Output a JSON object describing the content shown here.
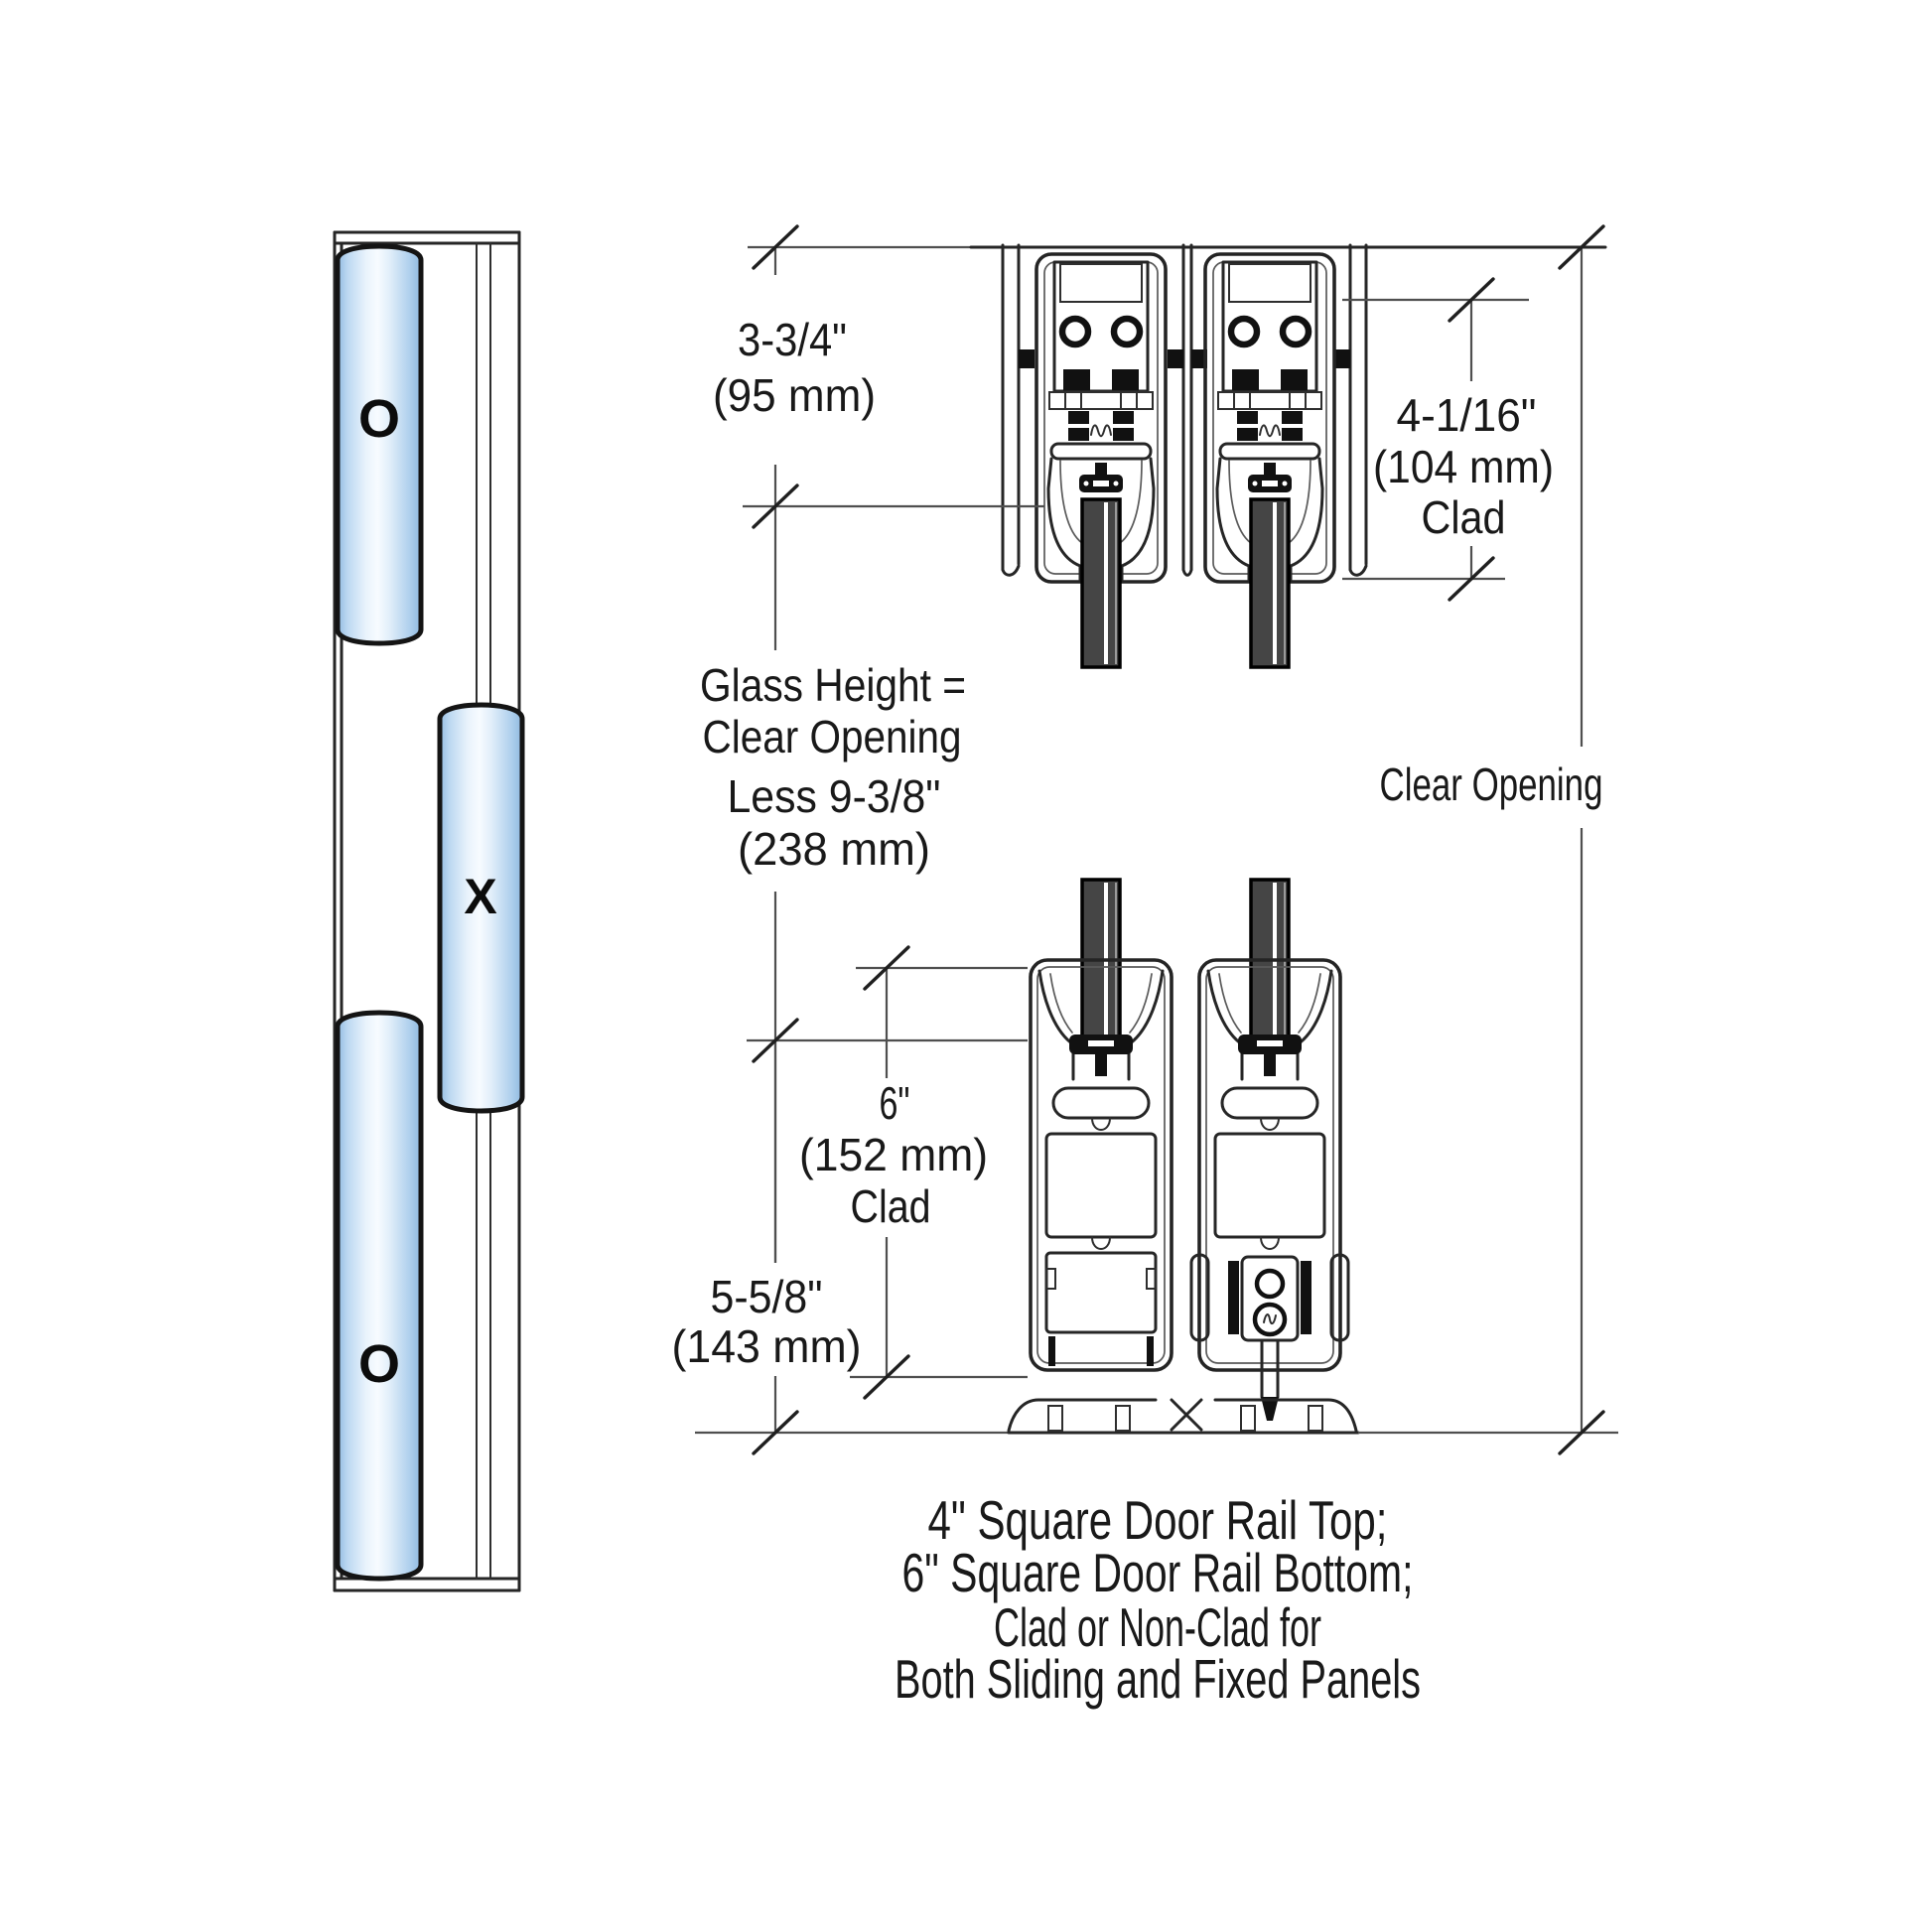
{
  "diagram": {
    "elevation": {
      "panels": [
        {
          "label": "O"
        },
        {
          "label": "X"
        },
        {
          "label": "O"
        }
      ]
    },
    "dims": {
      "top_rail": {
        "value": "3-3/4\"",
        "metric": "(95 mm)"
      },
      "top_rail_clad": {
        "value": "4-1/16\"",
        "metric": "(104 mm)",
        "note": "Clad"
      },
      "glass_height": {
        "l1": "Glass Height =",
        "l2": "Clear Opening",
        "l3": "Less 9-3/8\"",
        "l4": "(238 mm)"
      },
      "clear_opening": "Clear Opening",
      "bottom_rail_clad": {
        "value": "6\"",
        "metric": "(152 mm)",
        "note": "Clad"
      },
      "bottom_rail": {
        "value": "5-5/8\"",
        "metric": "(143 mm)"
      }
    },
    "caption": [
      "4\" Square Door Rail Top;",
      "6\" Square Door Rail Bottom;",
      "Clad or Non-Clad for",
      "Both Sliding and Fixed Panels"
    ],
    "colors": {
      "line": "#262626",
      "dim_line": "#4f4f4f",
      "glass_blue": "#aecdec",
      "glass_highlight": "#f7fbff",
      "glass_section": "#454545",
      "text": "#191919"
    }
  }
}
